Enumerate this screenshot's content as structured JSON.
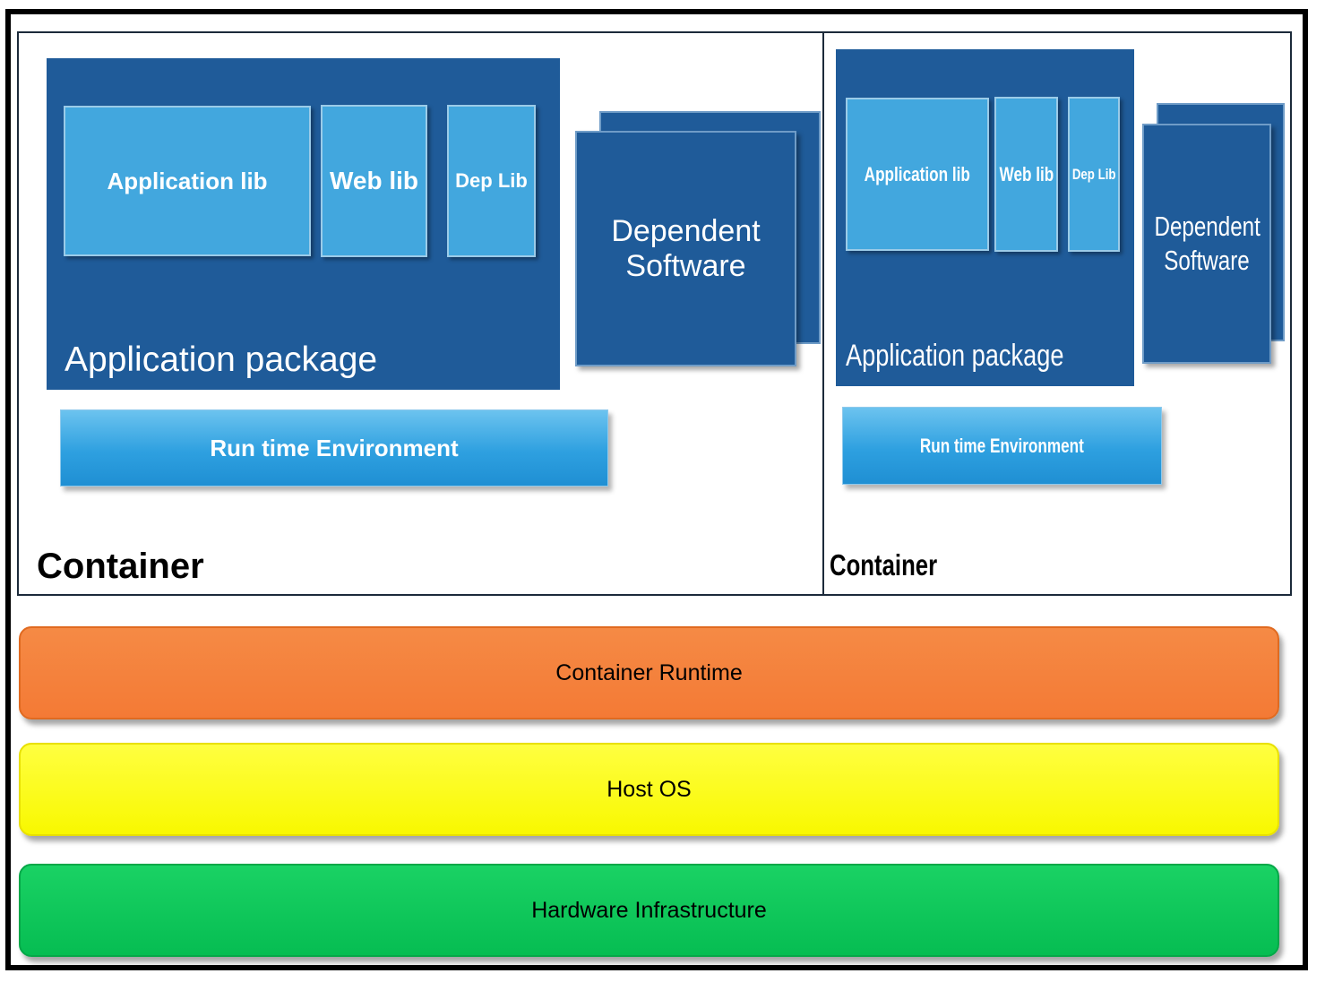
{
  "containers": [
    {
      "label": "Container",
      "package_label": "Application package",
      "libs": [
        "Application lib",
        "Web lib",
        "Dep Lib"
      ],
      "dependent_software": "Dependent Software",
      "runtime_env": "Run time Environment"
    },
    {
      "label": "Container",
      "package_label": "Application package",
      "libs": [
        "Application lib",
        "Web lib",
        "Dep Lib"
      ],
      "dependent_software": "Dependent Software",
      "runtime_env": "Run time Environment"
    }
  ],
  "layers": {
    "container_runtime": "Container Runtime",
    "host_os": "Host OS",
    "hardware": "Hardware Infrastructure"
  },
  "colors": {
    "package_blue": "#1f5b99",
    "lib_blue": "#42a7de",
    "runtime_orange": "#f47a35",
    "hostos_yellow": "#f8f800",
    "hardware_green": "#06bd52"
  }
}
